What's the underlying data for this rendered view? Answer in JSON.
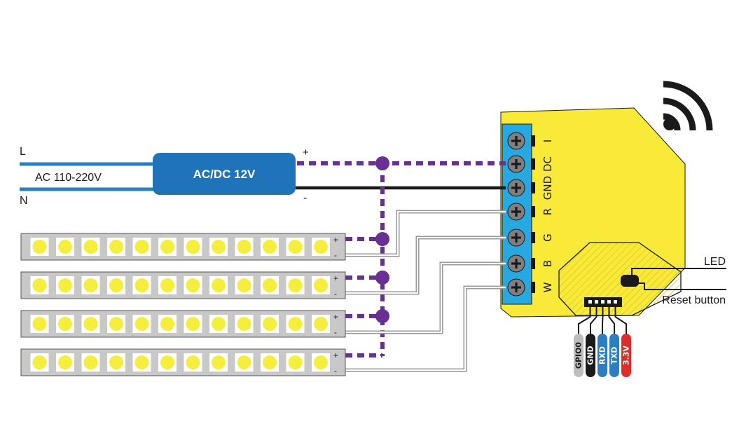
{
  "input": {
    "line_label": "L",
    "neutral_label": "N",
    "voltage_label": "AC 110-220V"
  },
  "psu": {
    "label": "AC/DC 12V",
    "plus_label": "+",
    "minus_label": "-"
  },
  "terminals": [
    "I",
    "DC",
    "GND",
    "R",
    "G",
    "B",
    "W"
  ],
  "strips": [
    {
      "plus": "+",
      "minus": "-"
    },
    {
      "plus": "+",
      "minus": "-"
    },
    {
      "plus": "+",
      "minus": "-"
    },
    {
      "plus": "+",
      "minus": "-"
    }
  ],
  "pins": [
    {
      "label": "GPIO0",
      "color": "#bdbdbd",
      "text_color": "#1a1a1a"
    },
    {
      "label": "GND",
      "color": "#1a1a1a",
      "text_color": "#ffffff"
    },
    {
      "label": "RXD",
      "color": "#2a7fc4",
      "text_color": "#ffffff"
    },
    {
      "label": "TXD",
      "color": "#2a7fc4",
      "text_color": "#ffffff"
    },
    {
      "label": "3.3V",
      "color": "#e02b2b",
      "text_color": "#ffffff"
    }
  ],
  "outputs": {
    "led_label": "LED",
    "reset_label": "Reset button"
  },
  "colors": {
    "module": "#f9ea3a",
    "terminal_block": "#27a8e0",
    "psu": "#1f73b8",
    "positive_wire": "#6a2f92",
    "ground_wire": "#1a1a1a",
    "strip": "#c8c8c8",
    "led_chip": "#f6ee3c"
  },
  "icons": {
    "wifi": "wifi-icon"
  }
}
